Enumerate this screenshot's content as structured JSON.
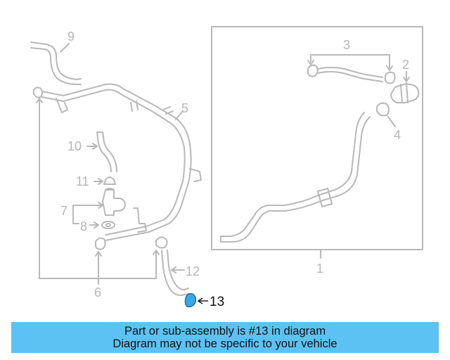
{
  "callouts": [
    {
      "id": "1",
      "label": "1"
    },
    {
      "id": "2",
      "label": "2"
    },
    {
      "id": "3",
      "label": "3"
    },
    {
      "id": "4",
      "label": "4"
    },
    {
      "id": "5",
      "label": "5"
    },
    {
      "id": "6",
      "label": "6"
    },
    {
      "id": "7",
      "label": "7"
    },
    {
      "id": "8",
      "label": "8"
    },
    {
      "id": "9",
      "label": "9"
    },
    {
      "id": "10",
      "label": "10"
    },
    {
      "id": "11",
      "label": "11"
    },
    {
      "id": "12",
      "label": "12"
    },
    {
      "id": "13",
      "label": "13",
      "highlighted": true
    }
  ],
  "colors": {
    "line": "#b8b8b8",
    "highlight_part": "#3aa7e6",
    "banner_bg": "#5bc2f3",
    "callout_text": "#b5b5b5",
    "highlight_text": "#111111"
  },
  "banner": {
    "line1": "Part or sub-assembly is #13 in diagram",
    "line2": "Diagram may not be specific to your vehicle"
  }
}
